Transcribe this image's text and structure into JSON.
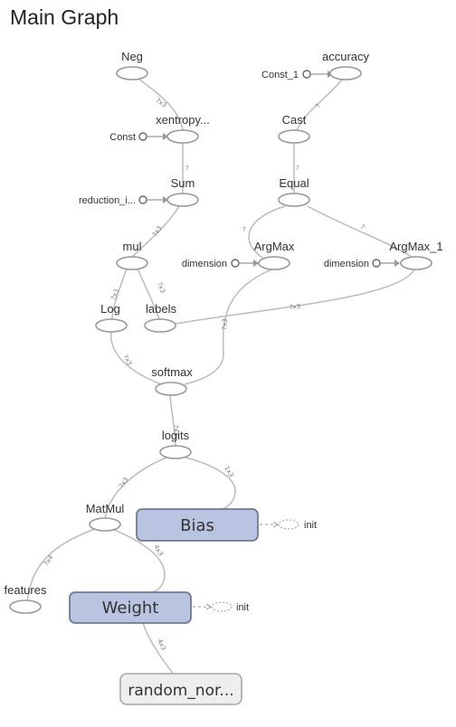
{
  "title": "Main Graph",
  "nodes": {
    "neg": "Neg",
    "accuracy": "accuracy",
    "const_1": "Const_1",
    "xentropy": "xentropy...",
    "cast": "Cast",
    "const": "Const",
    "sum": "Sum",
    "equal": "Equal",
    "reduction": "reduction_i...",
    "mul": "mul",
    "argmax": "ArgMax",
    "argmax_1": "ArgMax_1",
    "dimension_a": "dimension",
    "dimension_b": "dimension",
    "log": "Log",
    "labels": "labels",
    "softmax": "softmax",
    "logits": "logits",
    "matmul": "MatMul",
    "bias": "Bias",
    "bias_init": "init",
    "features": "features",
    "weight": "Weight",
    "weight_init": "init",
    "random_normal": "random_nor..."
  },
  "edge_labels": {
    "neg_xent": "?x3",
    "xent_sum": "?",
    "sum_mul": "?x3",
    "mul_log": "?x3",
    "mul_labels": "?x3",
    "log_softmax": "?x3",
    "argmax_softmax": "?x3",
    "argmax1_labels": "?x3",
    "softmax_logits": "?x3",
    "logits_matmul": "?x3",
    "logits_bias": "1x3",
    "matmul_features": "?x4",
    "matmul_weight": "4x3",
    "weight_random": "4x3",
    "accuracy_cast": "?",
    "cast_equal": "?",
    "equal_argmax": "?",
    "equal_argmax1": "?"
  },
  "colors": {
    "variable_fill": "#b9c4e0",
    "variable_stroke": "#6f7a94",
    "constant_fill": "#eeeeee",
    "constant_stroke": "#a6a6a6"
  }
}
